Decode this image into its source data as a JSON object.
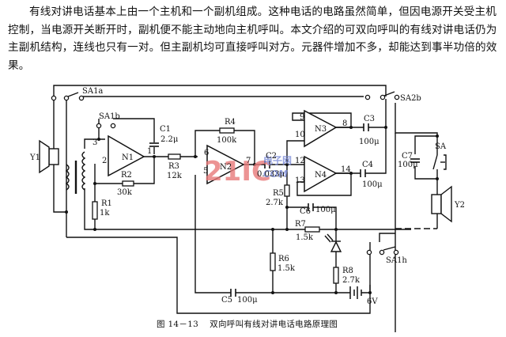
{
  "paragraph": {
    "text": "有线对讲电话基本上由一个主机和一个副机组成。这种电话的电路虽然简单，但因电源开关受主机控制，当电源开关断开时，副机便不能主动地向主机呼叫。本文介绍的可双向呼叫的有线对讲电话仍为主副机结构，连线也只有一对。但主副机均可直接呼叫对方。元器件增加不多，却能达到事半功倍的效果。"
  },
  "figure": {
    "caption_number": "图 14－13",
    "caption_title": "双向呼叫有线对讲电话电路原理图",
    "watermark": {
      "main": "21IC",
      "sub_top": "电子网",
      "sub_bottom": "COM",
      "main_color": "#e87a7a",
      "sub_color": "#7a8ad8"
    },
    "components": {
      "Y1": "Y1",
      "Y2": "Y2",
      "SA1a": "SA1a",
      "SA1b": "SA1b",
      "SA1h": "SA1h",
      "SA2b": "SA2b",
      "SA": "SA",
      "N1": "N1",
      "N2": "N2",
      "N3": "N3",
      "N4": "N4",
      "R1": "R1",
      "R1_val": "1k",
      "R2": "R2",
      "R2_val": "30k",
      "R3": "R3",
      "R3_val": "12k",
      "R4": "R4",
      "R4_val": "100k",
      "R5": "R5",
      "R5_val": "2.7k",
      "R6": "R6",
      "R6_val": "1.5k",
      "R7": "R7",
      "R7_val": "1.5k",
      "R8": "R8",
      "R8_val": "2.7k",
      "C1": "C1",
      "C1_val": "2.2μ",
      "C2": "C2",
      "C2_val": "0.033μ",
      "C3": "C3",
      "C3_val": "100μ",
      "C4": "C4",
      "C4_val": "100μ",
      "C5": "C5",
      "C5_val": "100μ",
      "C6": "C6",
      "C6_val": "100μ",
      "C7": "C7",
      "C7_val": "100μ",
      "battery_val": "6V"
    },
    "pins": {
      "p1": "1",
      "p2": "2",
      "p3": "3",
      "p5": "5",
      "p6": "6",
      "p7": "7",
      "p8": "8",
      "p9": "9",
      "p10": "10",
      "p12": "12",
      "p13": "13",
      "p14": "14"
    },
    "signs": {
      "plus": "+",
      "minus": "−"
    }
  }
}
